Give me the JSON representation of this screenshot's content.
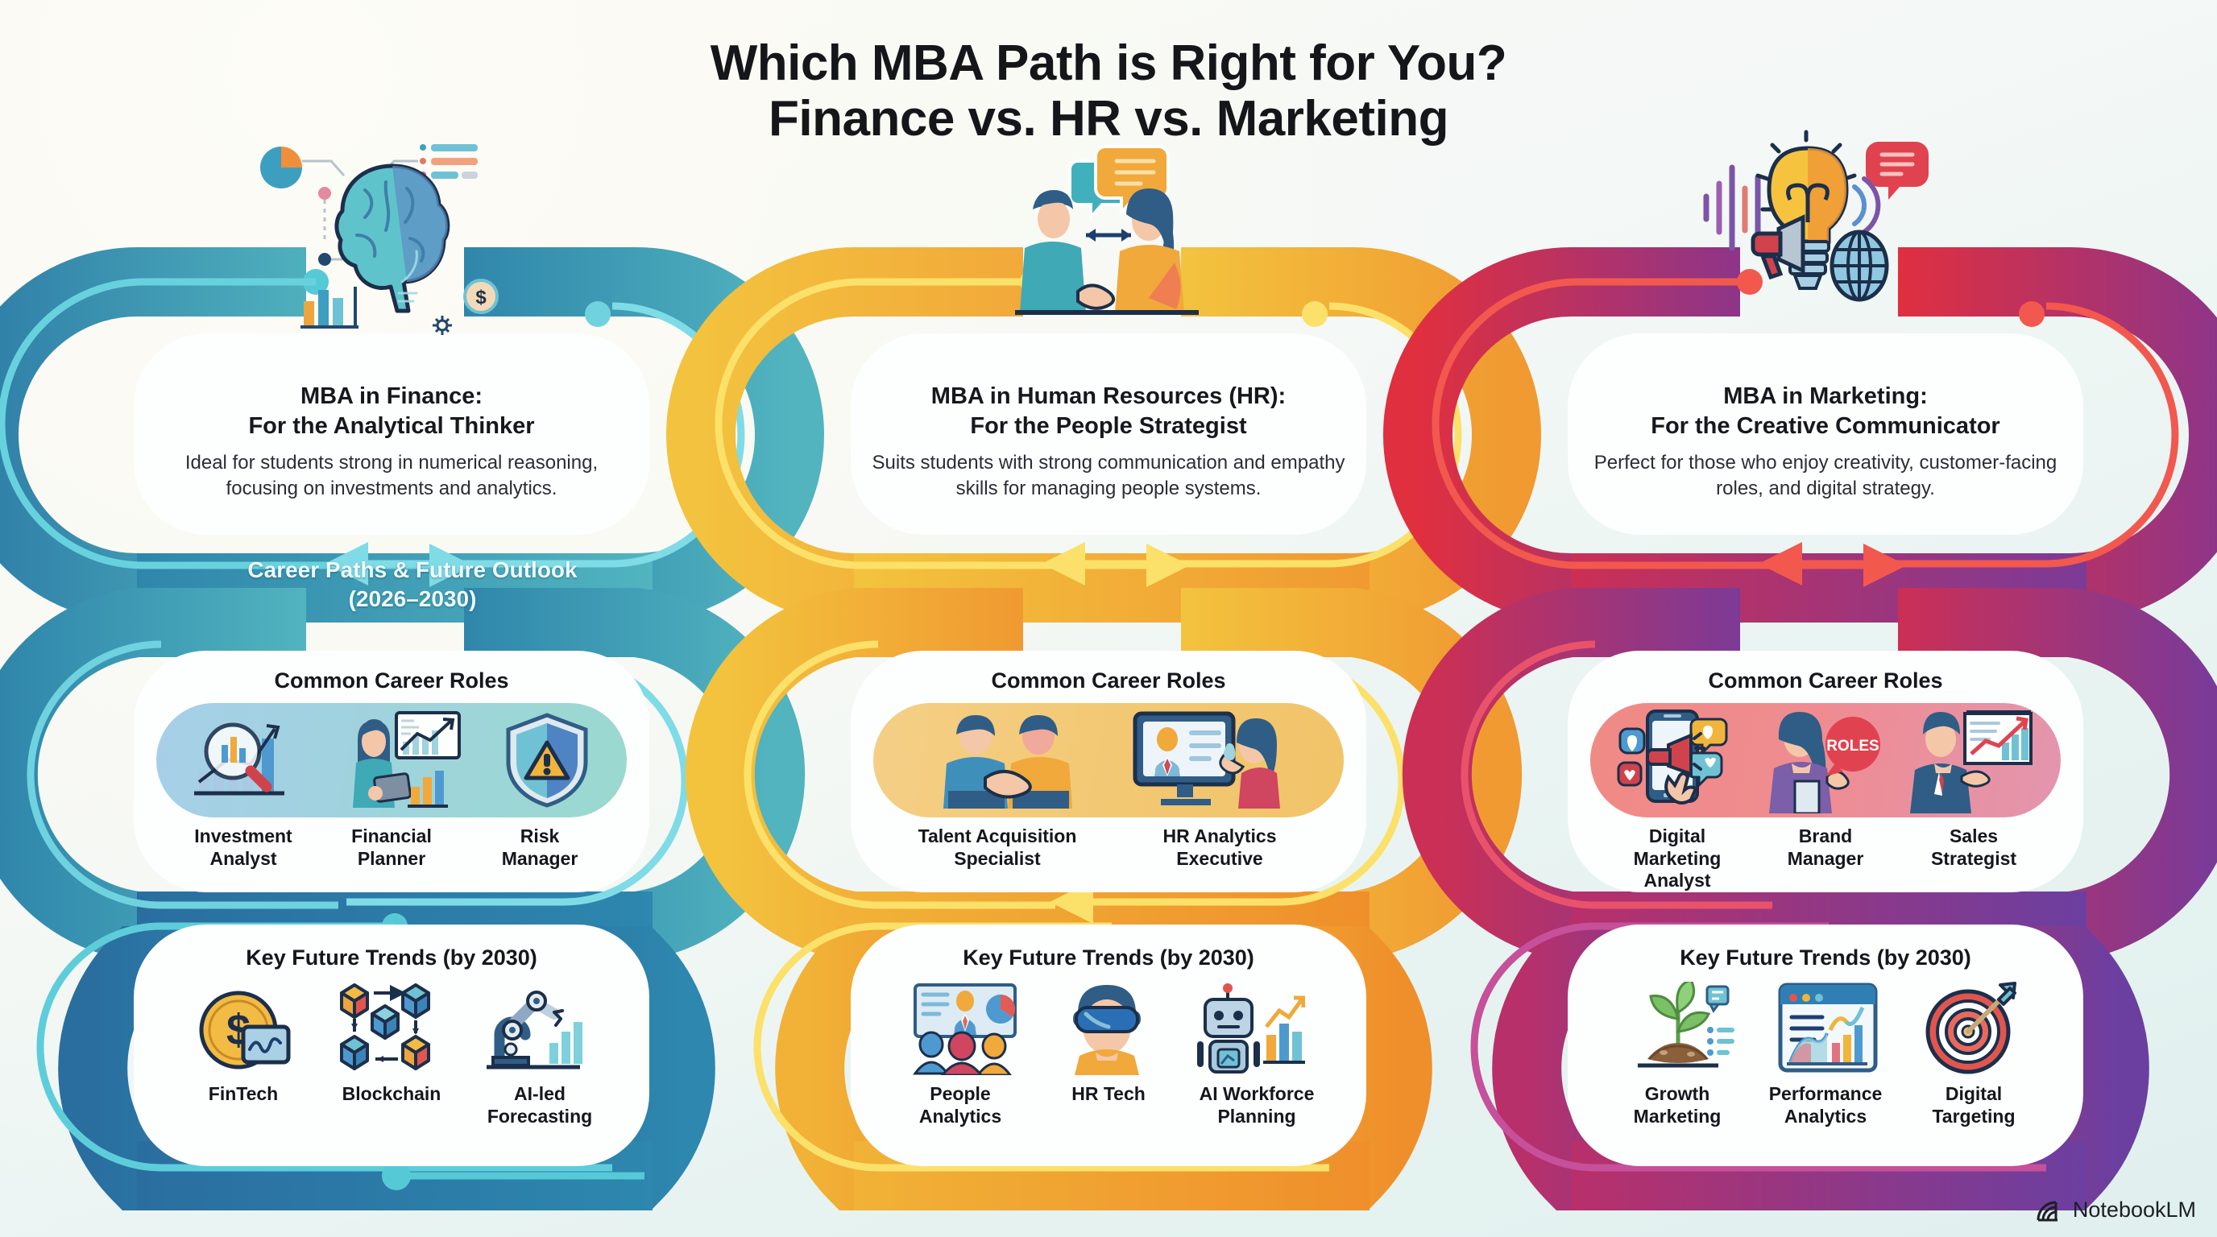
{
  "title": {
    "line1": "Which MBA Path is Right for You?",
    "line2": "Finance vs. HR vs. Marketing"
  },
  "band": {
    "label_line1": "Career Paths & Future Outlook",
    "label_line2": "(2026–2030)"
  },
  "section_titles": {
    "roles": "Common Career Roles",
    "trends": "Key Future Trends (by 2030)"
  },
  "colors": {
    "finance_light": "#4aa7bd",
    "finance_mid": "#2f86ab",
    "finance_dark": "#2a6ea0",
    "finance_accent": "#56c9d6",
    "hr_light": "#f3c23e",
    "hr_mid": "#f0a732",
    "hr_dark": "#ef8f2b",
    "hr_accent": "#fbe16a",
    "marketing_light": "#e02f3f",
    "marketing_mid": "#9e3277",
    "marketing_dark": "#6b3fa0",
    "marketing_accent": "#f2584e",
    "background": "#eaf4f2",
    "card": "#fdfefe",
    "text": "#15171c"
  },
  "columns": [
    {
      "id": "finance",
      "hero_icon": "brain-analytics-icon",
      "heading_line1": "MBA in Finance:",
      "heading_line2": "For the Analytical Thinker",
      "description": "Ideal for students strong in numerical reasoning, focusing on investments and analytics.",
      "roles_title": "Common Career Roles",
      "roles": [
        {
          "label_line1": "Investment",
          "label_line2": "Analyst",
          "icon": "magnifier-bar-chart-icon"
        },
        {
          "label_line1": "Financial",
          "label_line2": "Planner",
          "icon": "person-chart-icon"
        },
        {
          "label_line1": "Risk",
          "label_line2": "Manager",
          "icon": "shield-warning-icon"
        }
      ],
      "trends_title": "Key Future Trends (by 2030)",
      "trends": [
        {
          "label_line1": "FinTech",
          "label_line2": "",
          "icon": "coin-card-icon"
        },
        {
          "label_line1": "Blockchain",
          "label_line2": "",
          "icon": "blockchain-cubes-icon"
        },
        {
          "label_line1": "AI-led",
          "label_line2": "Forecasting",
          "icon": "robot-arm-chart-icon"
        }
      ]
    },
    {
      "id": "hr",
      "hero_icon": "handshake-speech-bubbles-icon",
      "heading_line1": "MBA in Human Resources (HR):",
      "heading_line2": "For the People Strategist",
      "description": "Suits students with strong communication and empathy skills for managing people systems.",
      "roles_title": "Common Career Roles",
      "roles": [
        {
          "label_line1": "Talent Acquisition",
          "label_line2": "Specialist",
          "icon": "handshake-icon"
        },
        {
          "label_line1": "HR Analytics",
          "label_line2": "Executive",
          "icon": "monitor-profile-icon"
        }
      ],
      "trends_title": "Key Future Trends (by 2030)",
      "trends": [
        {
          "label_line1": "People",
          "label_line2": "Analytics",
          "icon": "people-dashboard-icon"
        },
        {
          "label_line1": "HR Tech",
          "label_line2": "",
          "icon": "vr-headset-person-icon"
        },
        {
          "label_line1": "AI Workforce",
          "label_line2": "Planning",
          "icon": "robot-growth-icon"
        }
      ]
    },
    {
      "id": "marketing",
      "hero_icon": "lightbulb-megaphone-globe-icon",
      "heading_line1": "MBA in Marketing:",
      "heading_line2": "For the Creative Communicator",
      "description": "Perfect for those who enjoy creativity, customer-facing roles, and digital strategy.",
      "roles_title": "Common Career Roles",
      "roles": [
        {
          "label_line1": "Digital Marketing",
          "label_line2": "Analyst",
          "icon": "phone-megaphone-icon"
        },
        {
          "label_line1": "Brand",
          "label_line2": "Manager",
          "icon": "presenter-speech-bubble-icon"
        },
        {
          "label_line1": "Sales",
          "label_line2": "Strategist",
          "icon": "presenter-chart-icon"
        }
      ],
      "trends_title": "Key Future Trends (by 2030)",
      "trends": [
        {
          "label_line1": "Growth",
          "label_line2": "Marketing",
          "icon": "seedling-icon"
        },
        {
          "label_line1": "Performance",
          "label_line2": "Analytics",
          "icon": "dashboard-chart-icon"
        },
        {
          "label_line1": "Digital",
          "label_line2": "Targeting",
          "icon": "target-arrow-icon"
        }
      ]
    }
  ],
  "roles_bubble_text": "ROLES",
  "watermark": {
    "label": "NotebookLM",
    "icon": "notebooklm-spiral-icon"
  }
}
